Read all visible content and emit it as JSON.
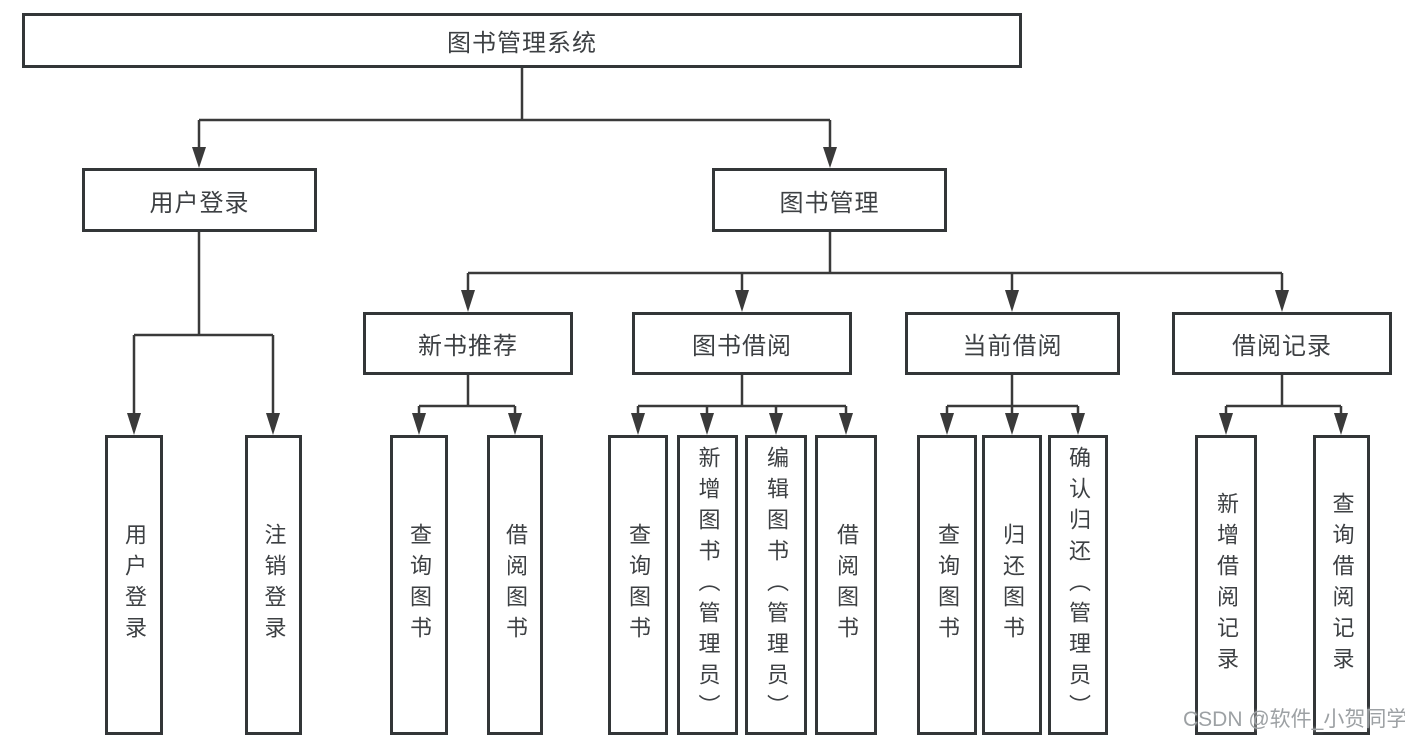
{
  "diagram": {
    "root": {
      "label": "图书管理系统"
    },
    "branches": [
      {
        "label": "用户登录",
        "children": [
          {
            "label": "用户登录"
          },
          {
            "label": "注销登录"
          }
        ]
      },
      {
        "label": "图书管理",
        "children": [
          {
            "label": "新书推荐",
            "children": [
              {
                "label": "查询图书"
              },
              {
                "label": "借阅图书"
              }
            ]
          },
          {
            "label": "图书借阅",
            "children": [
              {
                "label": "查询图书"
              },
              {
                "label": "新增图书（管理员）"
              },
              {
                "label": "编辑图书（管理员）"
              },
              {
                "label": "借阅图书"
              }
            ]
          },
          {
            "label": "当前借阅",
            "children": [
              {
                "label": "查询图书"
              },
              {
                "label": "归还图书"
              },
              {
                "label": "确认归还（管理员）"
              }
            ]
          },
          {
            "label": "借阅记录",
            "children": [
              {
                "label": "新增借阅记录"
              },
              {
                "label": "查询借阅记录"
              }
            ]
          }
        ]
      }
    ]
  },
  "watermark": {
    "text": "CSDN @软件_小贺同学"
  },
  "colors": {
    "line": "#3a3a3a",
    "box_border": "#333638",
    "text": "#3d4043",
    "background": "#ffffff",
    "watermark": "#9da1a4"
  }
}
